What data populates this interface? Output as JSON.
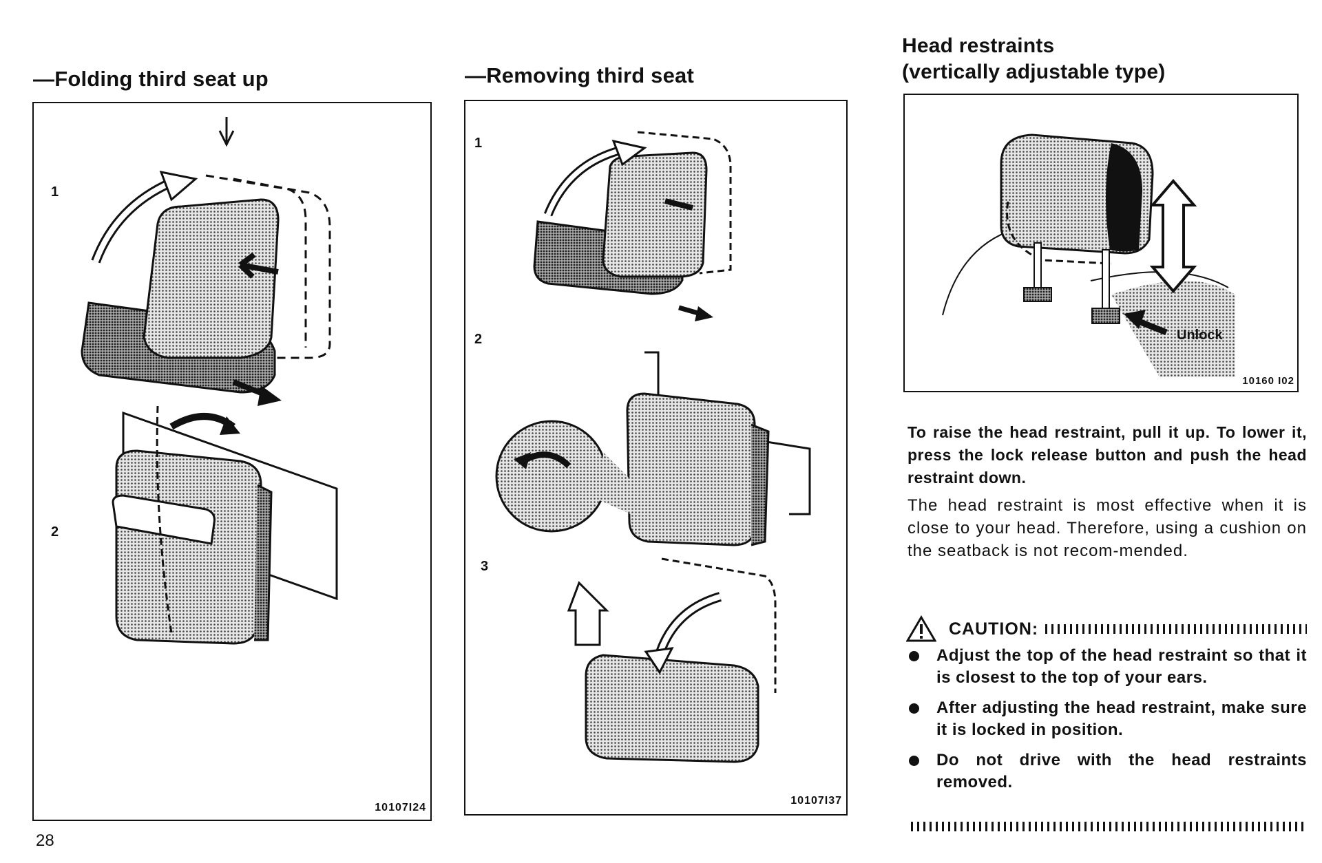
{
  "left_panel": {
    "heading": "—Folding third seat up",
    "steps": [
      "1",
      "2"
    ],
    "figure_code": "10107I24"
  },
  "middle_panel": {
    "heading": "—Removing third seat",
    "steps": [
      "1",
      "2",
      "3"
    ],
    "figure_code": "10107I37"
  },
  "right_panel": {
    "heading_line1": "Head restraints",
    "heading_line2": "(vertically adjustable type)",
    "unlock_label": "Unlock",
    "figure_code": "10160 I02",
    "instruction_bold": "To raise the head restraint, pull it up. To lower it, press the lock release button and push the head restraint down.",
    "instruction_regular": "The head restraint is most effective when it is close to your head. Therefore, using a cushion on the seatback is not recom-mended.",
    "caution_label": "CAUTION:",
    "caution_items": [
      "Adjust the top of the head restraint so that it is closest to the top of your ears.",
      "After adjusting the head restraint, make sure it is locked in position.",
      "Do not drive with the head restraints removed."
    ]
  },
  "page_number": "28",
  "colors": {
    "ink": "#111111",
    "shade": "#9a9a9a",
    "paper": "#ffffff"
  }
}
